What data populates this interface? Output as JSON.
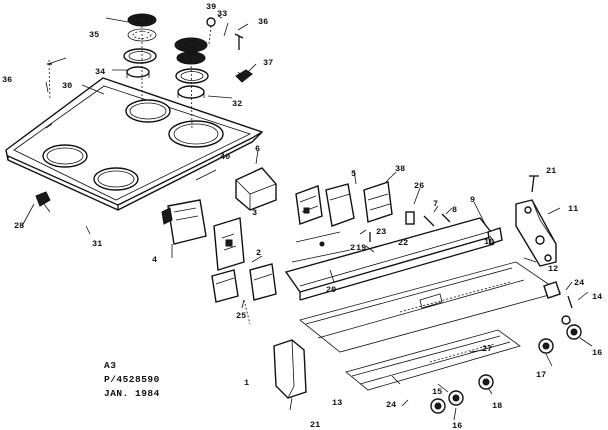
{
  "diagram": {
    "caption": {
      "line1": "A3",
      "line2": "P/4528590",
      "line3": "JAN. 1984"
    },
    "labels": {
      "l39": "39",
      "l33a": "33",
      "l36a": "36",
      "l35": "35",
      "l34a": "34",
      "l37": "37",
      "l32": "32",
      "l30": "30",
      "l36b": "36",
      "l28": "28",
      "l31": "31",
      "l40": "40",
      "l6": "6",
      "l4": "4",
      "l3": "3",
      "l2a": "2",
      "l5": "5",
      "l2b": "2",
      "l25": "25",
      "l19": "19",
      "l23": "23",
      "l22": "22",
      "l20": "20",
      "l38": "38",
      "l26": "26",
      "l7": "7",
      "l8": "8",
      "l9": "9",
      "l10": "10",
      "l21a": "21",
      "l11": "11",
      "l12": "12",
      "l24a": "24",
      "l14": "14",
      "l16a": "16",
      "l17": "17",
      "l27": "27",
      "l13": "13",
      "l15": "15",
      "l18": "18",
      "l24b": "24",
      "l16b": "16",
      "l21b": "21",
      "l1": "1"
    }
  }
}
